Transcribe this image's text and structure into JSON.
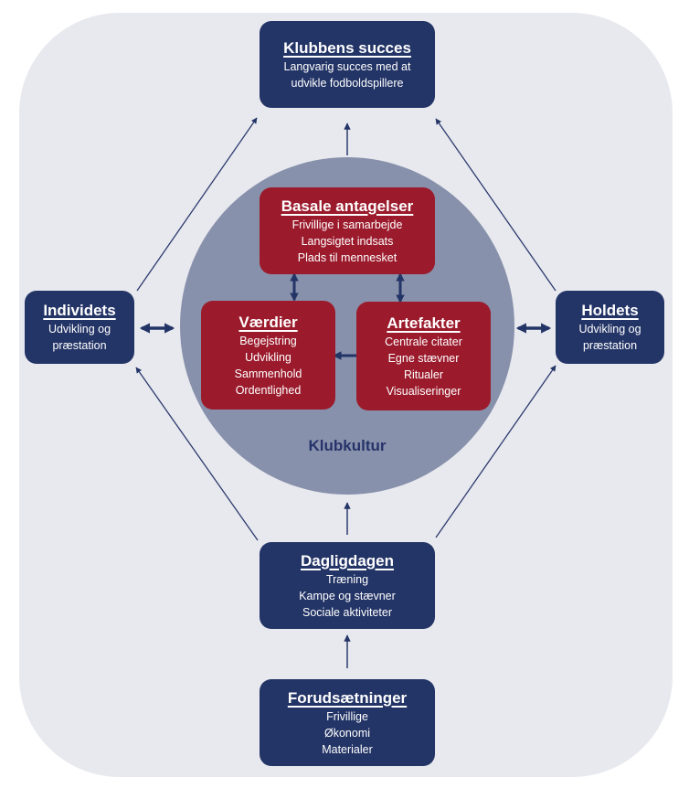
{
  "diagram": {
    "center": {
      "label": "Klubkultur"
    },
    "boxes": {
      "klubbens_succes": {
        "title": "Klubbens succes",
        "lines": [
          "Langvarig succes med at",
          "udvikle fodboldspillere"
        ]
      },
      "basale_antagelser": {
        "title": "Basale antagelser",
        "lines": [
          "Frivillige i samarbejde",
          "Langsigtet indsats",
          "Plads til mennesket"
        ]
      },
      "vaerdier": {
        "title": "Værdier",
        "lines": [
          "Begejstring",
          "Udvikling",
          "Sammenhold",
          "Ordentlighed"
        ]
      },
      "artefakter": {
        "title": "Artefakter",
        "lines": [
          "Centrale citater",
          "Egne stævner",
          "Ritualer",
          "Visualiseringer"
        ]
      },
      "individets": {
        "title": "Individets",
        "lines": [
          "Udvikling og",
          "præstation"
        ]
      },
      "holdets": {
        "title": "Holdets",
        "lines": [
          "Udvikling og",
          "præstation"
        ]
      },
      "dagligdagen": {
        "title": "Dagligdagen",
        "lines": [
          "Træning",
          "Kampe og stævner",
          "Sociale aktiviteter"
        ]
      },
      "forudsaetninger": {
        "title": "Forudsætninger",
        "lines": [
          "Frivillige",
          "Økonomi",
          "Materialer"
        ]
      }
    },
    "colors": {
      "navy": "#233466",
      "red": "#9b1b2c",
      "circle": "#8891ab",
      "background": "#e8e9ef"
    }
  }
}
